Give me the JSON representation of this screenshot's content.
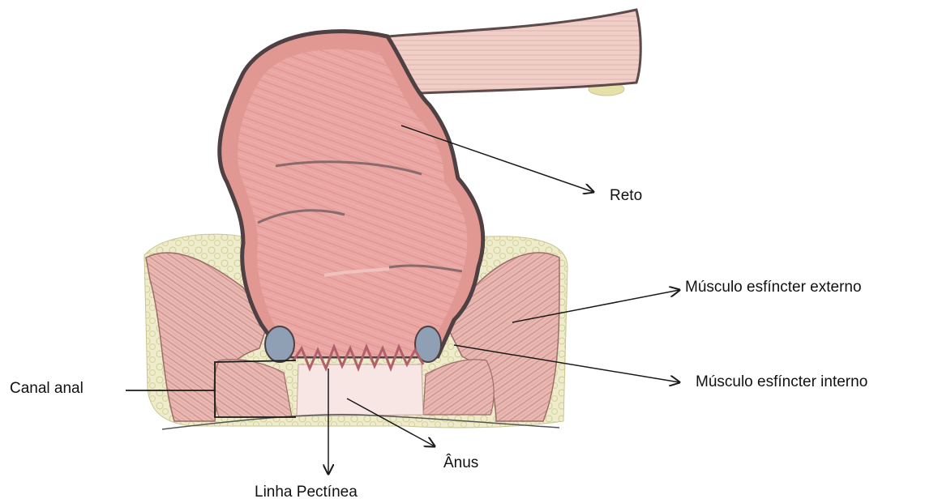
{
  "labels": {
    "reto": "Reto",
    "esfincter_externo": "Músculo esfíncter externo",
    "esfincter_interno": "Músculo esfíncter interno",
    "canal_anal": "Canal anal",
    "anus": "Ânus",
    "linha_pectinea": "Linha Pectínea"
  },
  "colors": {
    "mucosa": "#e9a3a0",
    "mucosa_dark": "#d9837f",
    "wall": "#6b5a5c",
    "muscle": "#e7b3ad",
    "muscle_stripe": "#c98e88",
    "fat": "#e6e4b8",
    "fat_outline": "#c9c58f",
    "vessel": "#8fa0b5",
    "anal_canal": "#f6e4e2",
    "arrow": "#1a1a1a"
  }
}
